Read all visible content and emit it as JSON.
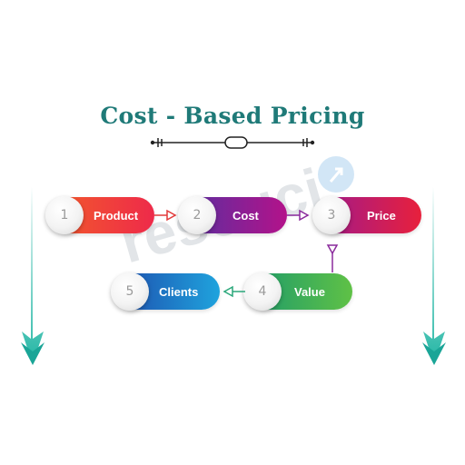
{
  "title": "Cost - Based Pricing",
  "watermark": "resouci",
  "steps": [
    {
      "number": "1",
      "label": "Product"
    },
    {
      "number": "2",
      "label": "Cost"
    },
    {
      "number": "3",
      "label": "Price"
    },
    {
      "number": "4",
      "label": "Value"
    },
    {
      "number": "5",
      "label": "Clients"
    }
  ],
  "colors": {
    "title": "#1f7a78",
    "side_arrow": "#1fb5a3",
    "product": [
      "#f25a2b",
      "#ee2a4a"
    ],
    "cost": [
      "#5a2fa0",
      "#b3128a"
    ],
    "price": [
      "#a01a8c",
      "#e8203c"
    ],
    "value": [
      "#1e9b6a",
      "#5fc146"
    ],
    "clients": [
      "#1e4fae",
      "#1fa3dd"
    ]
  }
}
